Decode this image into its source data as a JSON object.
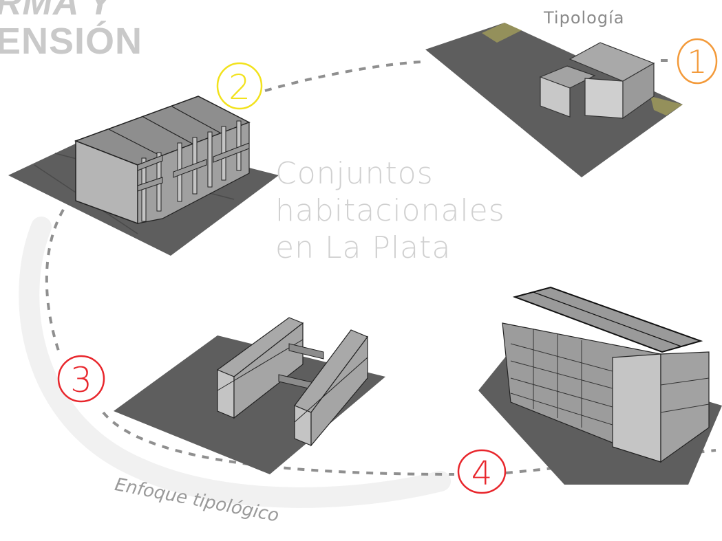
{
  "corner_title": {
    "line1": "RMA Y",
    "line2": "ENSIÓN"
  },
  "top_label": "Tipología",
  "center_title": [
    "Conjuntos",
    "habitacionales",
    "en La Plata"
  ],
  "bottom_label": "Enfoque tipológico",
  "markers": [
    {
      "label": "1",
      "color": "#f39a3a"
    },
    {
      "label": "2",
      "color": "#f2e21c"
    },
    {
      "label": "3",
      "color": "#e8262c"
    },
    {
      "label": "4",
      "color": "#e8262c"
    }
  ],
  "colors": {
    "path": "#8f8f8f",
    "ground": "#5e5e5e",
    "wall": "#b5b5b5",
    "roof": "#8e8e8e",
    "dark_wall": "#808080"
  }
}
